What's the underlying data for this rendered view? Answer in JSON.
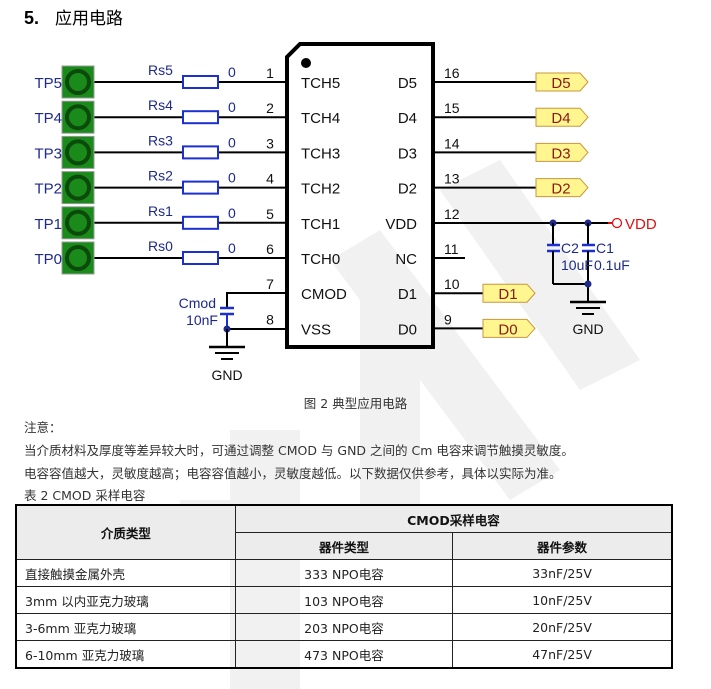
{
  "section": {
    "number": "5.",
    "title": "应用电路"
  },
  "schematic": {
    "ic_left_pins": [
      {
        "num": "1",
        "name": "TCH5"
      },
      {
        "num": "2",
        "name": "TCH4"
      },
      {
        "num": "3",
        "name": "TCH3"
      },
      {
        "num": "4",
        "name": "TCH2"
      },
      {
        "num": "5",
        "name": "TCH1"
      },
      {
        "num": "6",
        "name": "TCH0"
      },
      {
        "num": "7",
        "name": "CMOD"
      },
      {
        "num": "8",
        "name": "VSS"
      }
    ],
    "ic_right_pins": [
      {
        "num": "16",
        "name": "D5"
      },
      {
        "num": "15",
        "name": "D4"
      },
      {
        "num": "14",
        "name": "D3"
      },
      {
        "num": "13",
        "name": "D2"
      },
      {
        "num": "12",
        "name": "VDD"
      },
      {
        "num": "11",
        "name": "NC"
      },
      {
        "num": "10",
        "name": "D1"
      },
      {
        "num": "9",
        "name": "D0"
      }
    ],
    "touch_pads": [
      "TP5",
      "TP4",
      "TP3",
      "TP2",
      "TP1",
      "TP0"
    ],
    "resistors": [
      {
        "name": "Rs5",
        "value": "0"
      },
      {
        "name": "Rs4",
        "value": "0"
      },
      {
        "name": "Rs3",
        "value": "0"
      },
      {
        "name": "Rs2",
        "value": "0"
      },
      {
        "name": "Rs1",
        "value": "0"
      },
      {
        "name": "Rs0",
        "value": "0"
      }
    ],
    "net_labels_right": [
      "D5",
      "D4",
      "D3",
      "D2"
    ],
    "net_labels_lower": [
      "D1",
      "D0"
    ],
    "cmod": {
      "name": "Cmod",
      "value": "10nF"
    },
    "c2": {
      "name": "C2",
      "value": "10uF"
    },
    "c1": {
      "name": "C1",
      "value": "0.1uF"
    },
    "vdd_label": "VDD",
    "gnd_label": "GND",
    "colors": {
      "pad_green": "#1a8a1a",
      "pad_ring": "#0c4a0c",
      "component_blue": "#1c2fd0",
      "label_blue": "#1d2a8c",
      "vdd_red": "#e01010",
      "net_fill": "#fff68f",
      "net_border": "#c8963c",
      "net_text": "#8b1a1a"
    }
  },
  "caption": "图 2 典型应用电路",
  "notes": {
    "heading": "注意：",
    "line1": "当介质材料及厚度等差异较大时，可通过调整 CMOD 与 GND 之间的 Cm 电容来调节触摸灵敏度。",
    "line2": "电容容值越大，灵敏度越高；电容容值越小，灵敏度越低。以下数据仅供参考，具体以实际为准。",
    "table_title": "表 2 CMOD 采样电容"
  },
  "table": {
    "header_medium": "介质类型",
    "header_group": "CMOD采样电容",
    "header_device_type": "器件类型",
    "header_device_param": "器件参数",
    "rows": [
      {
        "medium": "直接触摸金属外壳",
        "device": "333 NPO电容",
        "param": "33nF/25V"
      },
      {
        "medium": "3mm  以内亚克力玻璃",
        "device": "103 NPO电容",
        "param": "10nF/25V"
      },
      {
        "medium": "3-6mm  亚克力玻璃",
        "device": "203 NPO电容",
        "param": "20nF/25V"
      },
      {
        "medium": "6-10mm  亚克力玻璃",
        "device": "473 NPO电容",
        "param": "47nF/25V"
      }
    ]
  }
}
